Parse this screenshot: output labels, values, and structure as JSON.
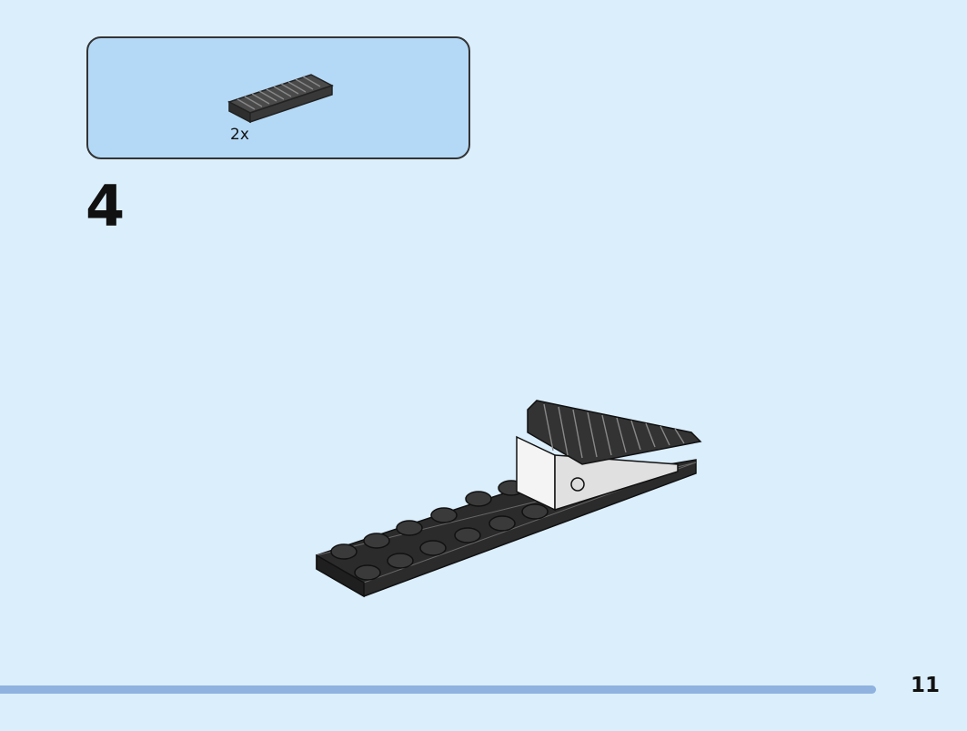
{
  "parts_list": {
    "items": [
      {
        "icon": "gear-rack-icon",
        "quantity": "2x",
        "color": "#3a3a3a"
      }
    ]
  },
  "step": {
    "number": "4"
  },
  "model": {
    "icon": "assembled-model-icon",
    "plate_color": "#2b2b2b",
    "bracket_color": "#f4f4f4"
  },
  "page": {
    "number": "11"
  },
  "colors": {
    "background": "#dbeefc",
    "parts_box": "#b4d9f6",
    "footer_bar": "#8fb2df"
  }
}
